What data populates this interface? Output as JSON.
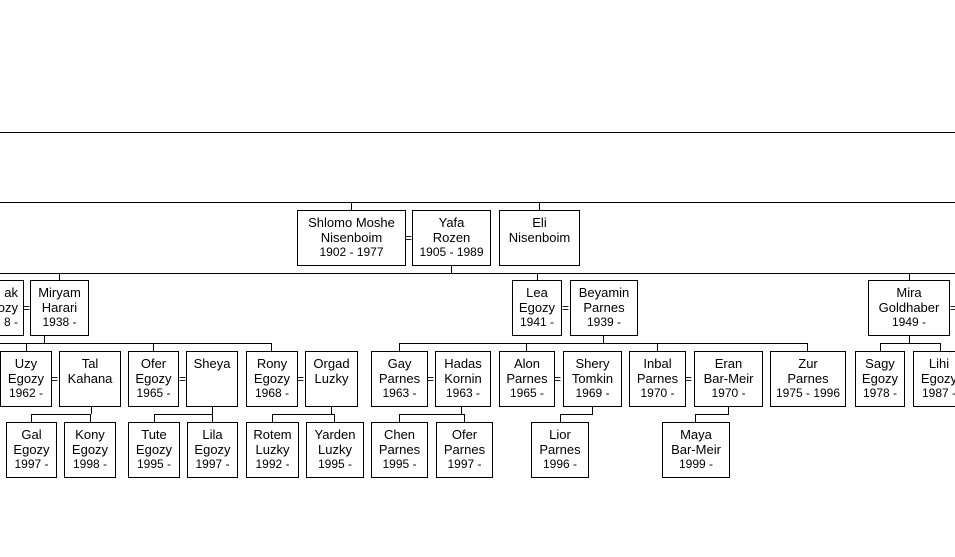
{
  "persons": {
    "p01": {
      "l1": "Shlomo Moshe",
      "l2": "Nisenboim",
      "l3": "1902 - 1977"
    },
    "p02": {
      "l1": "Yafa",
      "l2": "Rozen",
      "l3": "1905 - 1989"
    },
    "p03": {
      "l1": "Eli",
      "l2": "Nisenboim",
      "l3": ""
    },
    "p04": {
      "l1": "ak",
      "l2": "ozy",
      "l3": "8 -"
    },
    "p05": {
      "l1": "Miryam",
      "l2": "Harari",
      "l3": "1938 -"
    },
    "p06": {
      "l1": "Lea",
      "l2": "Egozy",
      "l3": "1941 -"
    },
    "p07": {
      "l1": "Beyamin",
      "l2": "Parnes",
      "l3": "1939 -"
    },
    "p08": {
      "l1": "Mira",
      "l2": "Goldhaber",
      "l3": "1949 -"
    },
    "p09": {
      "l1": "Uzy",
      "l2": "Egozy",
      "l3": "1962 -"
    },
    "p10": {
      "l1": "Tal",
      "l2": "Kahana",
      "l3": ""
    },
    "p11": {
      "l1": "Ofer",
      "l2": "Egozy",
      "l3": "1965 -"
    },
    "p12": {
      "l1": "Sheya",
      "l2": "",
      "l3": ""
    },
    "p13": {
      "l1": "Rony",
      "l2": "Egozy",
      "l3": "1968 -"
    },
    "p14": {
      "l1": "Orgad",
      "l2": "Luzky",
      "l3": ""
    },
    "p15": {
      "l1": "Gay",
      "l2": "Parnes",
      "l3": "1963 -"
    },
    "p16": {
      "l1": "Hadas",
      "l2": "Kornin",
      "l3": "1963 -"
    },
    "p17": {
      "l1": "Alon",
      "l2": "Parnes",
      "l3": "1965 -"
    },
    "p18": {
      "l1": "Shery",
      "l2": "Tomkin",
      "l3": "1969 -"
    },
    "p19": {
      "l1": "Inbal",
      "l2": "Parnes",
      "l3": "1970 -"
    },
    "p20": {
      "l1": "Eran",
      "l2": "Bar-Meir",
      "l3": "1970 -"
    },
    "p21": {
      "l1": "Zur",
      "l2": "Parnes",
      "l3": "1975 - 1996"
    },
    "p22": {
      "l1": "Sagy",
      "l2": "Egozy",
      "l3": "1978 -"
    },
    "p23": {
      "l1": "Lihi",
      "l2": "Egozy",
      "l3": "1987 -"
    },
    "p24": {
      "l1": "Gal",
      "l2": "Egozy",
      "l3": "1997 -"
    },
    "p25": {
      "l1": "Kony",
      "l2": "Egozy",
      "l3": "1998 -"
    },
    "p26": {
      "l1": "Tute",
      "l2": "Egozy",
      "l3": "1995 -"
    },
    "p27": {
      "l1": "Lila",
      "l2": "Egozy",
      "l3": "1997 -"
    },
    "p28": {
      "l1": "Rotem",
      "l2": "Luzky",
      "l3": "1992 -"
    },
    "p29": {
      "l1": "Yarden",
      "l2": "Luzky",
      "l3": "1995 -"
    },
    "p30": {
      "l1": "Chen",
      "l2": "Parnes",
      "l3": "1995 -"
    },
    "p31": {
      "l1": "Ofer",
      "l2": "Parnes",
      "l3": "1997 -"
    },
    "p32": {
      "l1": "Lior",
      "l2": "Parnes",
      "l3": "1996 -"
    },
    "p33": {
      "l1": "Maya",
      "l2": "Bar-Meir",
      "l3": "1999 -"
    }
  },
  "spouse_marker": "="
}
